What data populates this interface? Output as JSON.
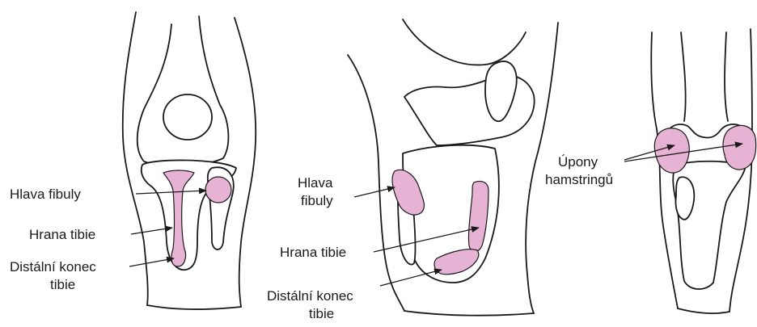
{
  "colors": {
    "marker": "#e6b3d4",
    "ink": "#1a1a1a"
  },
  "figure_1": {
    "label_head_fibula": [
      "Hlava fibuly"
    ],
    "label_tibia_edge": [
      "Hrana tibie"
    ],
    "label_distal_end": [
      "Distální konec",
      "tibie"
    ]
  },
  "figure_2": {
    "label_head_fibula": [
      "Hlava",
      "fibuly"
    ],
    "label_tibia_edge": [
      "Hrana tibie"
    ],
    "label_distal_end": [
      "Distální konec",
      "tibie"
    ]
  },
  "figure_3": {
    "label_hamstrings": [
      "Úpony",
      "hamstringů"
    ]
  }
}
